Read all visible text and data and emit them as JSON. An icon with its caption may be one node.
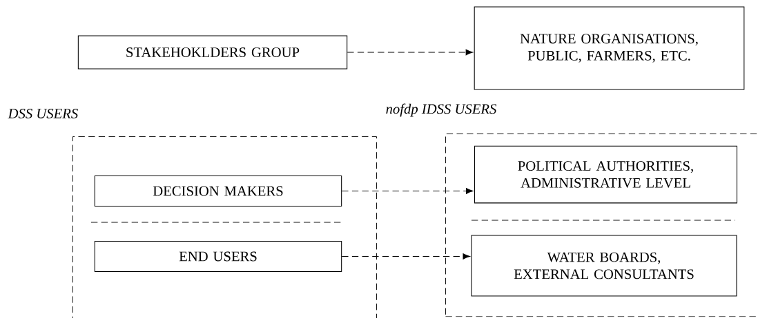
{
  "diagram": {
    "nodes": [
      {
        "text": [
          "STAKEHOKLDERS GROUP"
        ]
      },
      {
        "text": [
          "NATURE ORGANISATIONS, PUBLIC, FARMERS, ETC."
        ]
      },
      {
        "text": [
          "DSS USERS"
        ]
      },
      {
        "text": [
          "DECISION MAKERS"
        ],
        "in": 2
      },
      {
        "text": [
          "END USERS"
        ],
        "in": 2
      },
      {
        "text": [
          "nofdp IDSS USERS"
        ]
      },
      {
        "text": [
          "POLITICAL AUTHORITIES, ADMINISTRATIVE LEVEL"
        ],
        "in": 5
      },
      {
        "text": [
          "WATER BOARDS, EXTERNAL CONSULTANTS"
        ],
        "in": 5
      }
    ],
    "edges": [
      {
        "from": 0,
        "to": 1,
        "arrow": "to",
        "style": "dashed"
      },
      {
        "from": 3,
        "to": 6,
        "arrow": "to",
        "style": "dashed"
      },
      {
        "from": 4,
        "to": 7,
        "arrow": "to",
        "style": "dashed"
      }
    ]
  }
}
